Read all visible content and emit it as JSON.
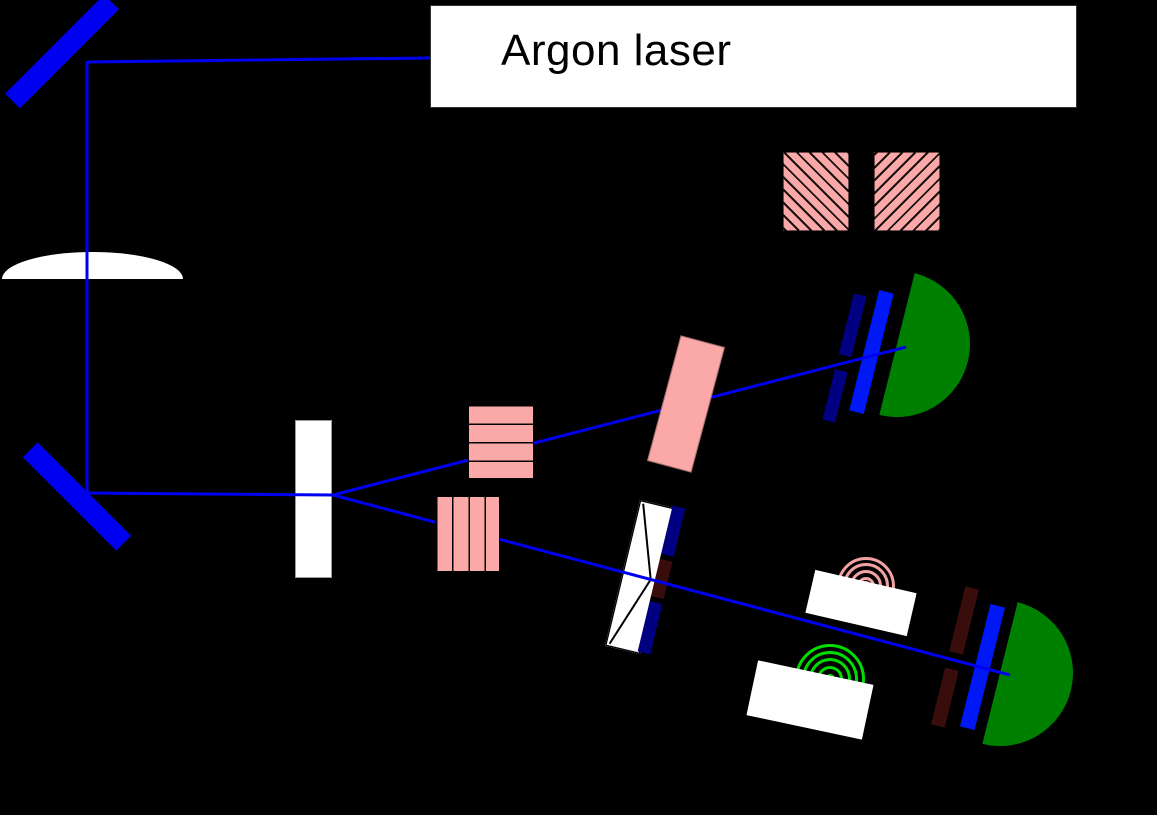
{
  "laser": {
    "label": "Argon laser"
  },
  "colors": {
    "bg": "#000000",
    "beam": "#0000f0",
    "blue": "#0018f5",
    "navy": "#000080",
    "maroon": "#3a0d0d",
    "pink": "#fba8a8",
    "pink-soft": "#f2a2a2",
    "green": "#008000",
    "green-bright": "#00dc00",
    "white": "#ffffff"
  },
  "components": [
    {
      "name": "argon-laser",
      "color": "#ffffff"
    },
    {
      "name": "steering-mirror-top",
      "color": "#0000f0"
    },
    {
      "name": "plano-convex-lens",
      "color": "#ffffff"
    },
    {
      "name": "steering-mirror-bottom",
      "color": "#0000f0"
    },
    {
      "name": "beam-splitter",
      "color": "#ffffff"
    },
    {
      "name": "grating-horizontal-lines",
      "color": "#fba8a8"
    },
    {
      "name": "grating-vertical-lines",
      "color": "#fba8a8"
    },
    {
      "name": "tilted-glass-plate",
      "color": "#fba8a8"
    },
    {
      "name": "polarization-square-left-hatch",
      "color": "#fba8a8"
    },
    {
      "name": "polarization-square-right-hatch",
      "color": "#fba8a8"
    },
    {
      "name": "prism-pair",
      "color": "#ffffff"
    },
    {
      "name": "filter-stack-navy-maroon",
      "color": "#000080"
    },
    {
      "name": "photodetector-top",
      "color": "#008000"
    },
    {
      "name": "photodetector-bottom",
      "color": "#008000"
    },
    {
      "name": "transducer-pink-waves",
      "color": "#f2a2a2"
    },
    {
      "name": "transducer-green-waves",
      "color": "#00dc00"
    }
  ]
}
